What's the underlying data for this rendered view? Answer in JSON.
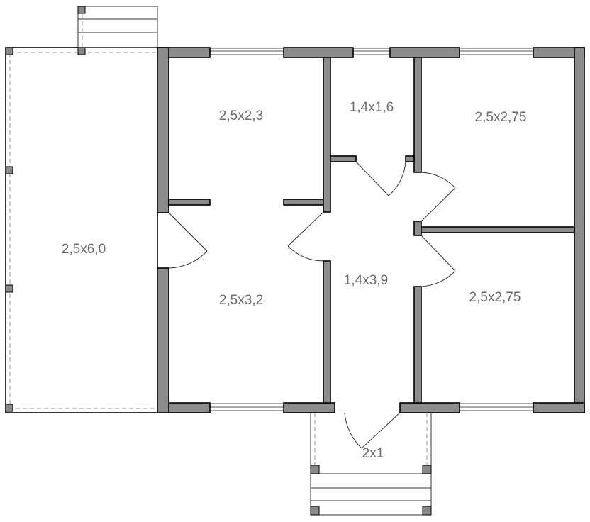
{
  "rooms": {
    "terrace": "2,5x6,0",
    "room_top_left": "2,5x2,3",
    "bathroom": "1,4x1,6",
    "room_top_right": "2,5x2,75",
    "room_bottom_left": "2,5x3,2",
    "hallway": "1,4x3,9",
    "room_bottom_right": "2,5x2,75",
    "porch": "2x1"
  },
  "colors": {
    "wall_fill": "#8c8c8c",
    "wall_stroke": "#000000",
    "post_fill": "#8a8a8a",
    "thin_line": "#333333",
    "dashed_line": "#9a9a9a",
    "text": "#6a6a6a"
  }
}
